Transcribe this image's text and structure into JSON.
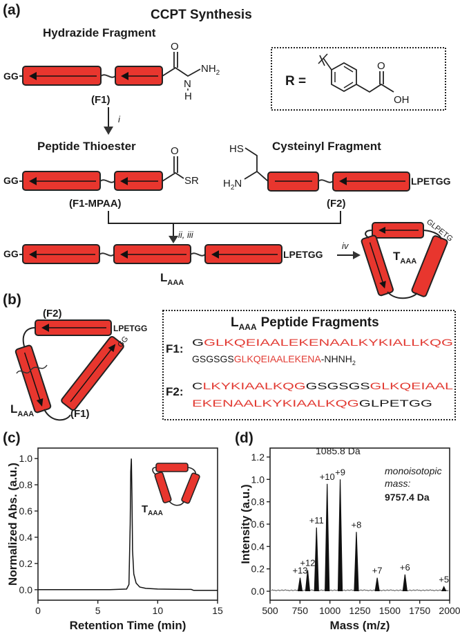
{
  "colors": {
    "helix": "#e8362e",
    "outline": "#222222",
    "red_text": "#e23b33"
  },
  "panel_a": {
    "letter": "(a)",
    "title": "CCPT Synthesis",
    "hydrazide_title": "Hydrazide Fragment",
    "gg": "GG",
    "o": "O",
    "nh2_n": "N",
    "nh2_h": "H",
    "nh2_tail": "NH",
    "nh2_sub": "2",
    "f1": "(F1)",
    "step_i": "i",
    "r_label": "R =",
    "r_o": "O",
    "r_oh": "OH",
    "thioester_title": "Peptide Thioester",
    "sr": "SR",
    "f1_mpaa": "(F1-MPAA)",
    "cysteinyl_title": "Cysteinyl Fragment",
    "hs": "HS",
    "h2n": "H",
    "h2n_sub": "2",
    "h2n_n": "N",
    "lpetgg": "LPETGG",
    "f2": "(F2)",
    "step_ii_iii": "ii, iii",
    "laaa_main": "L",
    "laaa_sub": "AAA",
    "step_iv": "iv",
    "taaa_main": "T",
    "taaa_sub": "AAA",
    "glpetg": "GLPETG"
  },
  "panel_b": {
    "letter": "(b)",
    "f2": "(F2)",
    "lpetgg": "LPETGG",
    "gg": "GG",
    "f1": "(F1)",
    "laaa_main": "L",
    "laaa_sub": "AAA",
    "box_title_main": "L",
    "box_title_sub": "AAA",
    "box_title_rest": "Peptide Fragments",
    "f1_label": "F1:",
    "f2_label": "F2:",
    "f1_line1_black": "G",
    "f1_line1_red": "GLKQEIAALEKENAALKYKIALLKQG",
    "f1_line2_black": "GSGSGS",
    "f1_line2_red": "GLKQEIAALEKENA",
    "f1_line2_tail": "-NHNH",
    "f1_line2_sub": "2",
    "f2_line1_black1": "C",
    "f2_line1_red1": "LKYKIAALKQG",
    "f2_line1_black2": "GSGSGS",
    "f2_line1_red2": "GLKQEIAAL",
    "f2_line2_red": "EKENAALKYKIAALKQG",
    "f2_line2_black": "GLPETGG"
  },
  "panel_c": {
    "letter": "(c)",
    "taaa_main": "T",
    "taaa_sub": "AAA"
  },
  "panel_d": {
    "letter": "(d)",
    "peak_note": "1085.8 Da",
    "mono_line1": "monoisotopic",
    "mono_line2": "mass:",
    "mono_value": "9757.4 Da"
  },
  "chart_data": [
    {
      "type": "line",
      "xlabel": "Retention Time (min)",
      "ylabel": "Normalized Abs. (a.u.)",
      "xlim": [
        0,
        15
      ],
      "ylim": [
        -0.08,
        1.08
      ],
      "xticks": [
        "0",
        "5",
        "10",
        "15"
      ],
      "yticks": [
        "0.0",
        "0.2",
        "0.4",
        "0.6",
        "0.8",
        "1.0"
      ],
      "series": [
        {
          "x": [
            0,
            3,
            6,
            7.4,
            7.6,
            7.7,
            7.75,
            7.8,
            7.85,
            7.9,
            8.0,
            8.2,
            8.5,
            9,
            10,
            12,
            12.8,
            13,
            15
          ],
          "y": [
            0,
            0,
            0,
            0.005,
            0.04,
            0.5,
            0.9,
            1.0,
            0.7,
            0.3,
            0.12,
            0.05,
            0.02,
            0.01,
            0.005,
            0.002,
            0.002,
            -0.005,
            -0.005
          ]
        }
      ]
    },
    {
      "type": "line",
      "xlabel": "Mass (m/z)",
      "ylabel": "Intensity (a.u.)",
      "xlim": [
        500,
        2000
      ],
      "ylim": [
        -0.08,
        1.28
      ],
      "xticks": [
        "500",
        "750",
        "1000",
        "1250",
        "1500",
        "1750",
        "2000"
      ],
      "yticks": [
        "0.0",
        "0.2",
        "0.4",
        "0.6",
        "0.8",
        "1.0",
        "1.2"
      ],
      "peaks": [
        {
          "label": "+13",
          "mz": 751,
          "y": 0.12
        },
        {
          "label": "+12",
          "mz": 814,
          "y": 0.19
        },
        {
          "label": "+11",
          "mz": 888,
          "y": 0.57
        },
        {
          "label": "+10",
          "mz": 977,
          "y": 0.96
        },
        {
          "label": "+9",
          "mz": 1085.8,
          "y": 1.0
        },
        {
          "label": "+8",
          "mz": 1221,
          "y": 0.53
        },
        {
          "label": "+7",
          "mz": 1395,
          "y": 0.12
        },
        {
          "label": "+6",
          "mz": 1627,
          "y": 0.15
        },
        {
          "label": "+5",
          "mz": 1952,
          "y": 0.04
        }
      ]
    }
  ]
}
